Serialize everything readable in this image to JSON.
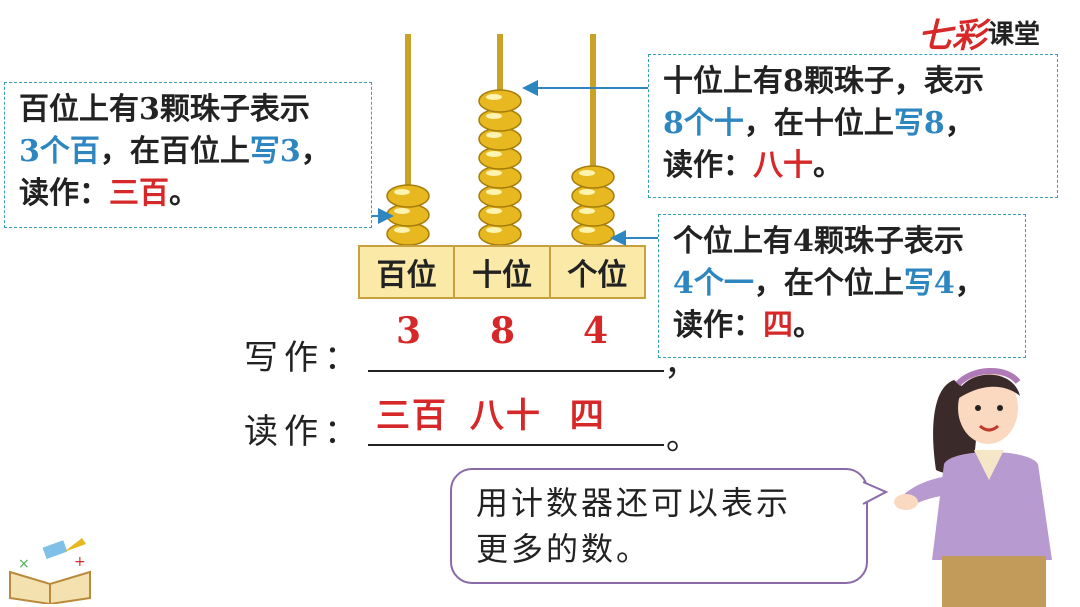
{
  "logo": {
    "part1": "七彩",
    "part2": "课堂"
  },
  "abacus": {
    "places": [
      "百位",
      "十位",
      "个位"
    ],
    "bead_counts": [
      3,
      8,
      4
    ],
    "bead_color": "#e8b820"
  },
  "notes": {
    "hundreds": {
      "l1": "百位上有3颗珠子表示",
      "l2a": "3个百",
      "l2b": "，在百位上",
      "l2c": "写3",
      "l2d": "，",
      "l3a": "读作：",
      "l3b": "三百",
      "l3c": "。"
    },
    "tens": {
      "l1": "十位上有8颗珠子，表示",
      "l2a": "8个十",
      "l2b": "，在十位上",
      "l2c": "写8",
      "l2d": "，",
      "l3a": "读作：",
      "l3b": "八十",
      "l3c": "。"
    },
    "ones": {
      "l1": "个位上有4颗珠子表示",
      "l2a": "4个一",
      "l2b": "，在个位上",
      "l2c": "写4",
      "l2d": "，",
      "l3a": "读作：",
      "l3b": "四",
      "l3c": "。"
    }
  },
  "write": {
    "label": "写作：",
    "digits": [
      "3",
      "8",
      "4"
    ],
    "end": "，"
  },
  "read": {
    "label": "读作：",
    "answer": [
      "三百",
      "八十",
      "四"
    ],
    "end": "。"
  },
  "bubble": {
    "line1": "用计数器还可以表示",
    "line2": "更多的数。"
  }
}
